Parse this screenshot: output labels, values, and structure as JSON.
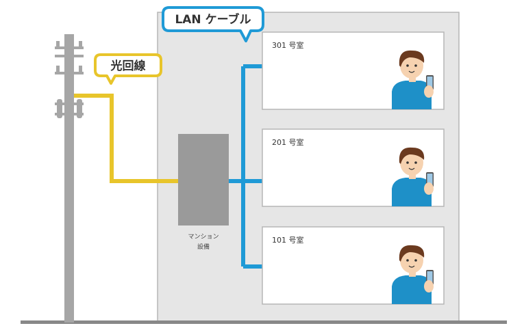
{
  "callouts": {
    "fiber": "光回線",
    "lan": "LAN ケーブル"
  },
  "equipment": {
    "line1": "マンション",
    "line2": "設備"
  },
  "rooms": [
    {
      "label": "301 号室"
    },
    {
      "label": "201 号室"
    },
    {
      "label": "101 号室"
    }
  ],
  "colors": {
    "fiber": "#e8c52b",
    "lan": "#1f9ad6",
    "building": "#e6e6e6",
    "equipment": "#9a9a9a",
    "pole": "#a6a6a6",
    "ground": "#888888",
    "shirt": "#1e90c8",
    "hair": "#6b3a1f",
    "skin": "#f6d2b0"
  }
}
